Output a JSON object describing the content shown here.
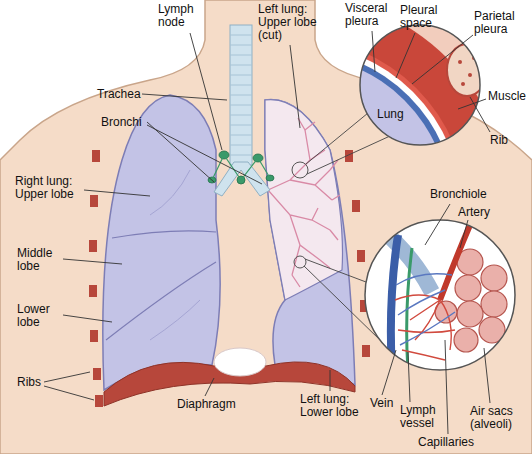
{
  "diagram": {
    "labels": [
      "Lymph node",
      "Left lung: Upper lobe (cut)",
      "Visceral pleura",
      "Pleural space",
      "Parietal pleura",
      "Trachea",
      "Bronchi",
      "Muscle",
      "Lung",
      "Rib",
      "Right lung: Upper lobe",
      "Bronchiole",
      "Artery",
      "Middle lobe",
      "Lower lobe",
      "Ribs",
      "Diaphragm",
      "Left lung: Lower lobe",
      "Vein",
      "Lymph vessel",
      "Air sacs (alveoli)",
      "Capillaries"
    ]
  }
}
